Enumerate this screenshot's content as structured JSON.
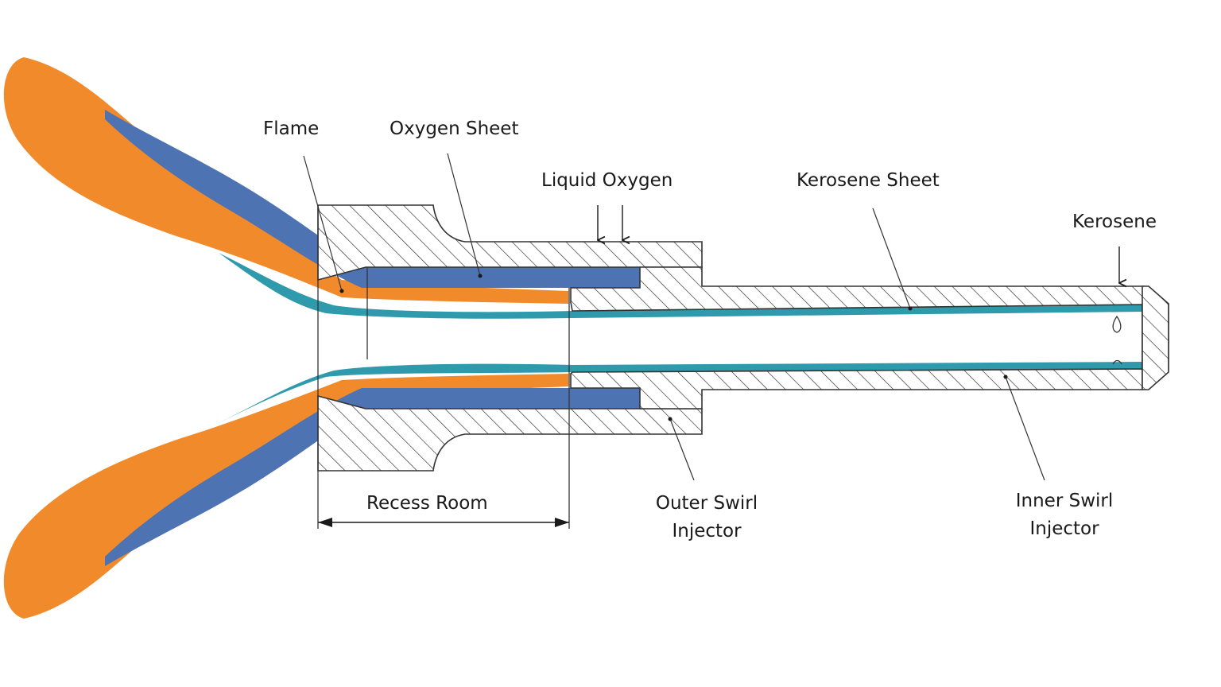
{
  "labels": {
    "flame": "Flame",
    "oxygen_sheet": "Oxygen Sheet",
    "liquid_oxygen": "Liquid Oxygen",
    "kerosene_sheet": "Kerosene Sheet",
    "kerosene": "Kerosene",
    "recess_room": "Recess Room",
    "outer_swirl_line1": "Outer Swirl",
    "outer_swirl_line2": "Injector",
    "inner_swirl_line1": "Inner Swirl",
    "inner_swirl_line2": "Injector"
  },
  "colors": {
    "flame": "#f08a2a",
    "oxygen": "#4d73b3",
    "kerosene": "#2f9aab",
    "outline": "#333333",
    "hatch": "#2a2a2a"
  }
}
